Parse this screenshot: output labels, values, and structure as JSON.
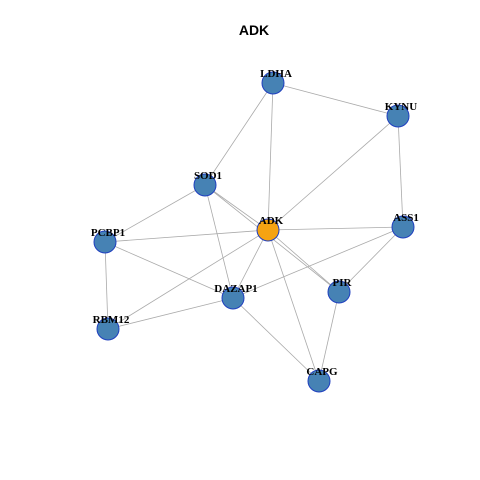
{
  "title": "ADK",
  "colors": {
    "hub": "#f5a312",
    "node": "#4682b4",
    "node_border": "#1f3fbf",
    "edge": "#aaaaaa"
  },
  "nodes": [
    {
      "id": "ADK",
      "label": "ADK",
      "hub": true
    },
    {
      "id": "LDHA",
      "label": "LDHA",
      "hub": false
    },
    {
      "id": "KYNU",
      "label": "KYNU",
      "hub": false
    },
    {
      "id": "SOD1",
      "label": "SOD1",
      "hub": false
    },
    {
      "id": "PCBP1",
      "label": "PCBP1",
      "hub": false
    },
    {
      "id": "ASS1",
      "label": "ASS1",
      "hub": false
    },
    {
      "id": "DAZAP1",
      "label": "DAZAP1",
      "hub": false
    },
    {
      "id": "PIR",
      "label": "PIR",
      "hub": false
    },
    {
      "id": "RBM12",
      "label": "RBM12",
      "hub": false
    },
    {
      "id": "CAPG",
      "label": "CAPG",
      "hub": false
    }
  ],
  "edges": [
    [
      "LDHA",
      "KYNU"
    ],
    [
      "LDHA",
      "SOD1"
    ],
    [
      "LDHA",
      "ADK"
    ],
    [
      "KYNU",
      "ADK"
    ],
    [
      "KYNU",
      "ASS1"
    ],
    [
      "SOD1",
      "PCBP1"
    ],
    [
      "SOD1",
      "ADK"
    ],
    [
      "SOD1",
      "PIR"
    ],
    [
      "SOD1",
      "DAZAP1"
    ],
    [
      "ADK",
      "PCBP1"
    ],
    [
      "ADK",
      "ASS1"
    ],
    [
      "ADK",
      "DAZAP1"
    ],
    [
      "ADK",
      "PIR"
    ],
    [
      "ADK",
      "RBM12"
    ],
    [
      "ADK",
      "CAPG"
    ],
    [
      "PCBP1",
      "RBM12"
    ],
    [
      "PCBP1",
      "DAZAP1"
    ],
    [
      "ASS1",
      "DAZAP1"
    ],
    [
      "ASS1",
      "PIR"
    ],
    [
      "DAZAP1",
      "RBM12"
    ],
    [
      "DAZAP1",
      "CAPG"
    ],
    [
      "PIR",
      "CAPG"
    ]
  ]
}
